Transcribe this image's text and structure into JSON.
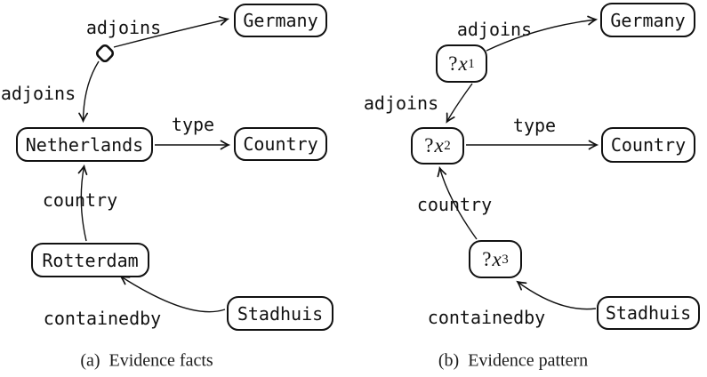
{
  "colors": {
    "ink": "#111111",
    "paper": "#ffffff"
  },
  "panel_a": {
    "caption": "(a)  Evidence facts",
    "nodes": {
      "germany": "Germany",
      "netherlands": "Netherlands",
      "country_class": "Country",
      "rotterdam": "Rotterdam",
      "stadhuis": "Stadhuis"
    },
    "blank_node_icon": "rounded-diamond-blank-node",
    "edges": {
      "adjoins_upper": "adjoins",
      "adjoins_lower": "adjoins",
      "type": "type",
      "country": "country",
      "containedby": "containedby"
    }
  },
  "panel_b": {
    "caption": "(b)  Evidence pattern",
    "nodes": {
      "germany": "Germany",
      "country_class": "Country",
      "stadhuis": "Stadhuis",
      "x1": {
        "q": "?",
        "base": "x",
        "sub": "1"
      },
      "x2": {
        "q": "?",
        "base": "x",
        "sub": "2"
      },
      "x3": {
        "q": "?",
        "base": "x",
        "sub": "3"
      }
    },
    "edges": {
      "adjoins_upper": "adjoins",
      "adjoins_lower": "adjoins",
      "type": "type",
      "country": "country",
      "containedby": "containedby"
    }
  }
}
